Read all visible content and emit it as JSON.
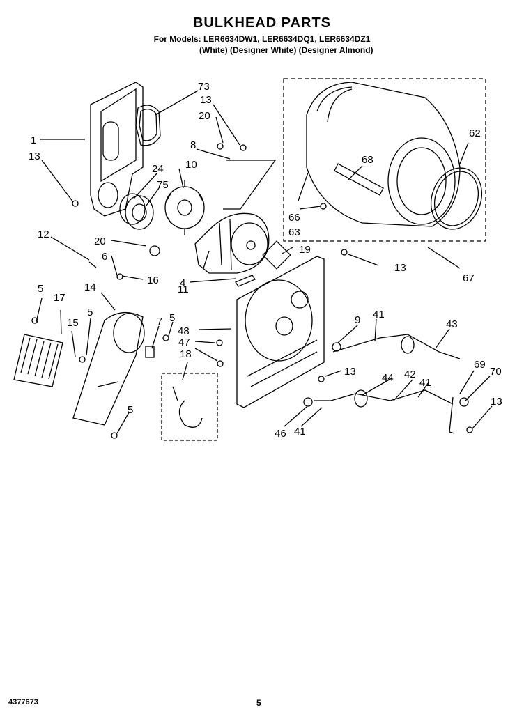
{
  "header": {
    "title": "BULKHEAD PARTS",
    "models": "For Models: LER6634DW1, LER6634DQ1, LER6634DZ1",
    "colors": "(White) (Designer White) (Designer Almond)"
  },
  "footer": {
    "doc_number": "4377673",
    "page": "5"
  },
  "callouts": [
    "73",
    "13",
    "1",
    "13",
    "20",
    "8",
    "24",
    "10",
    "75",
    "12",
    "20",
    "6",
    "16",
    "11",
    "4",
    "19",
    "13",
    "62",
    "68",
    "66",
    "63",
    "67",
    "5",
    "17",
    "14",
    "15",
    "5",
    "7",
    "5",
    "48",
    "47",
    "18",
    "9",
    "41",
    "43",
    "13",
    "5",
    "44",
    "42",
    "41",
    "69",
    "70",
    "13",
    "46",
    "41"
  ]
}
